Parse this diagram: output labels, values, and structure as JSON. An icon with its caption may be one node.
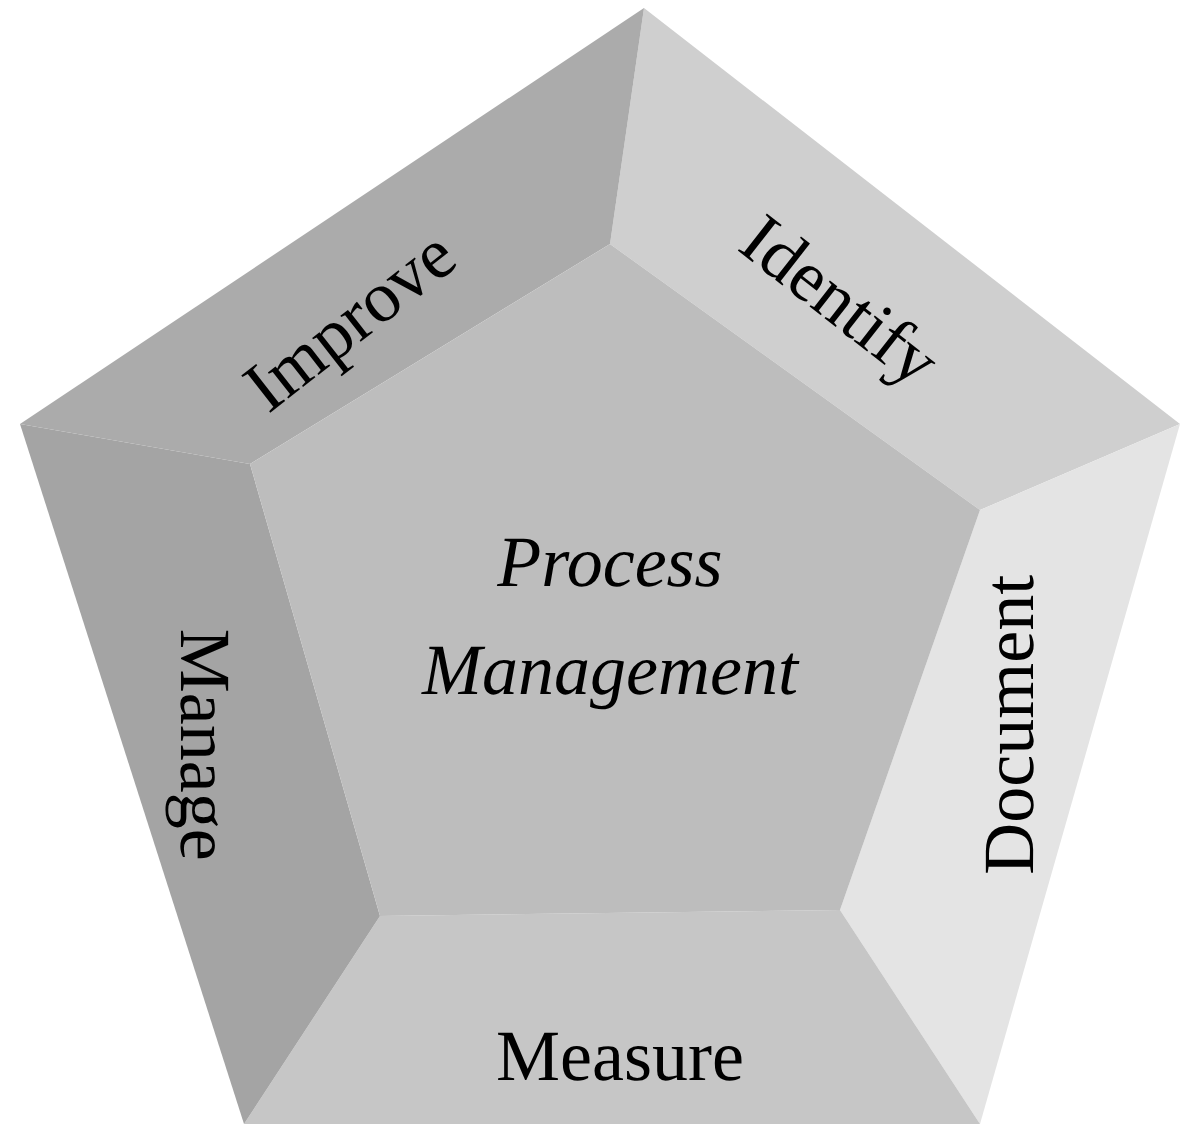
{
  "diagram": {
    "nodes": [
      {
        "text": [
          "Process Management"
        ]
      },
      {
        "text": [
          "Identify"
        ]
      },
      {
        "text": [
          "Document"
        ]
      },
      {
        "text": [
          "Measure"
        ]
      },
      {
        "text": [
          "Manage"
        ]
      },
      {
        "text": [
          "Improve"
        ]
      }
    ]
  }
}
